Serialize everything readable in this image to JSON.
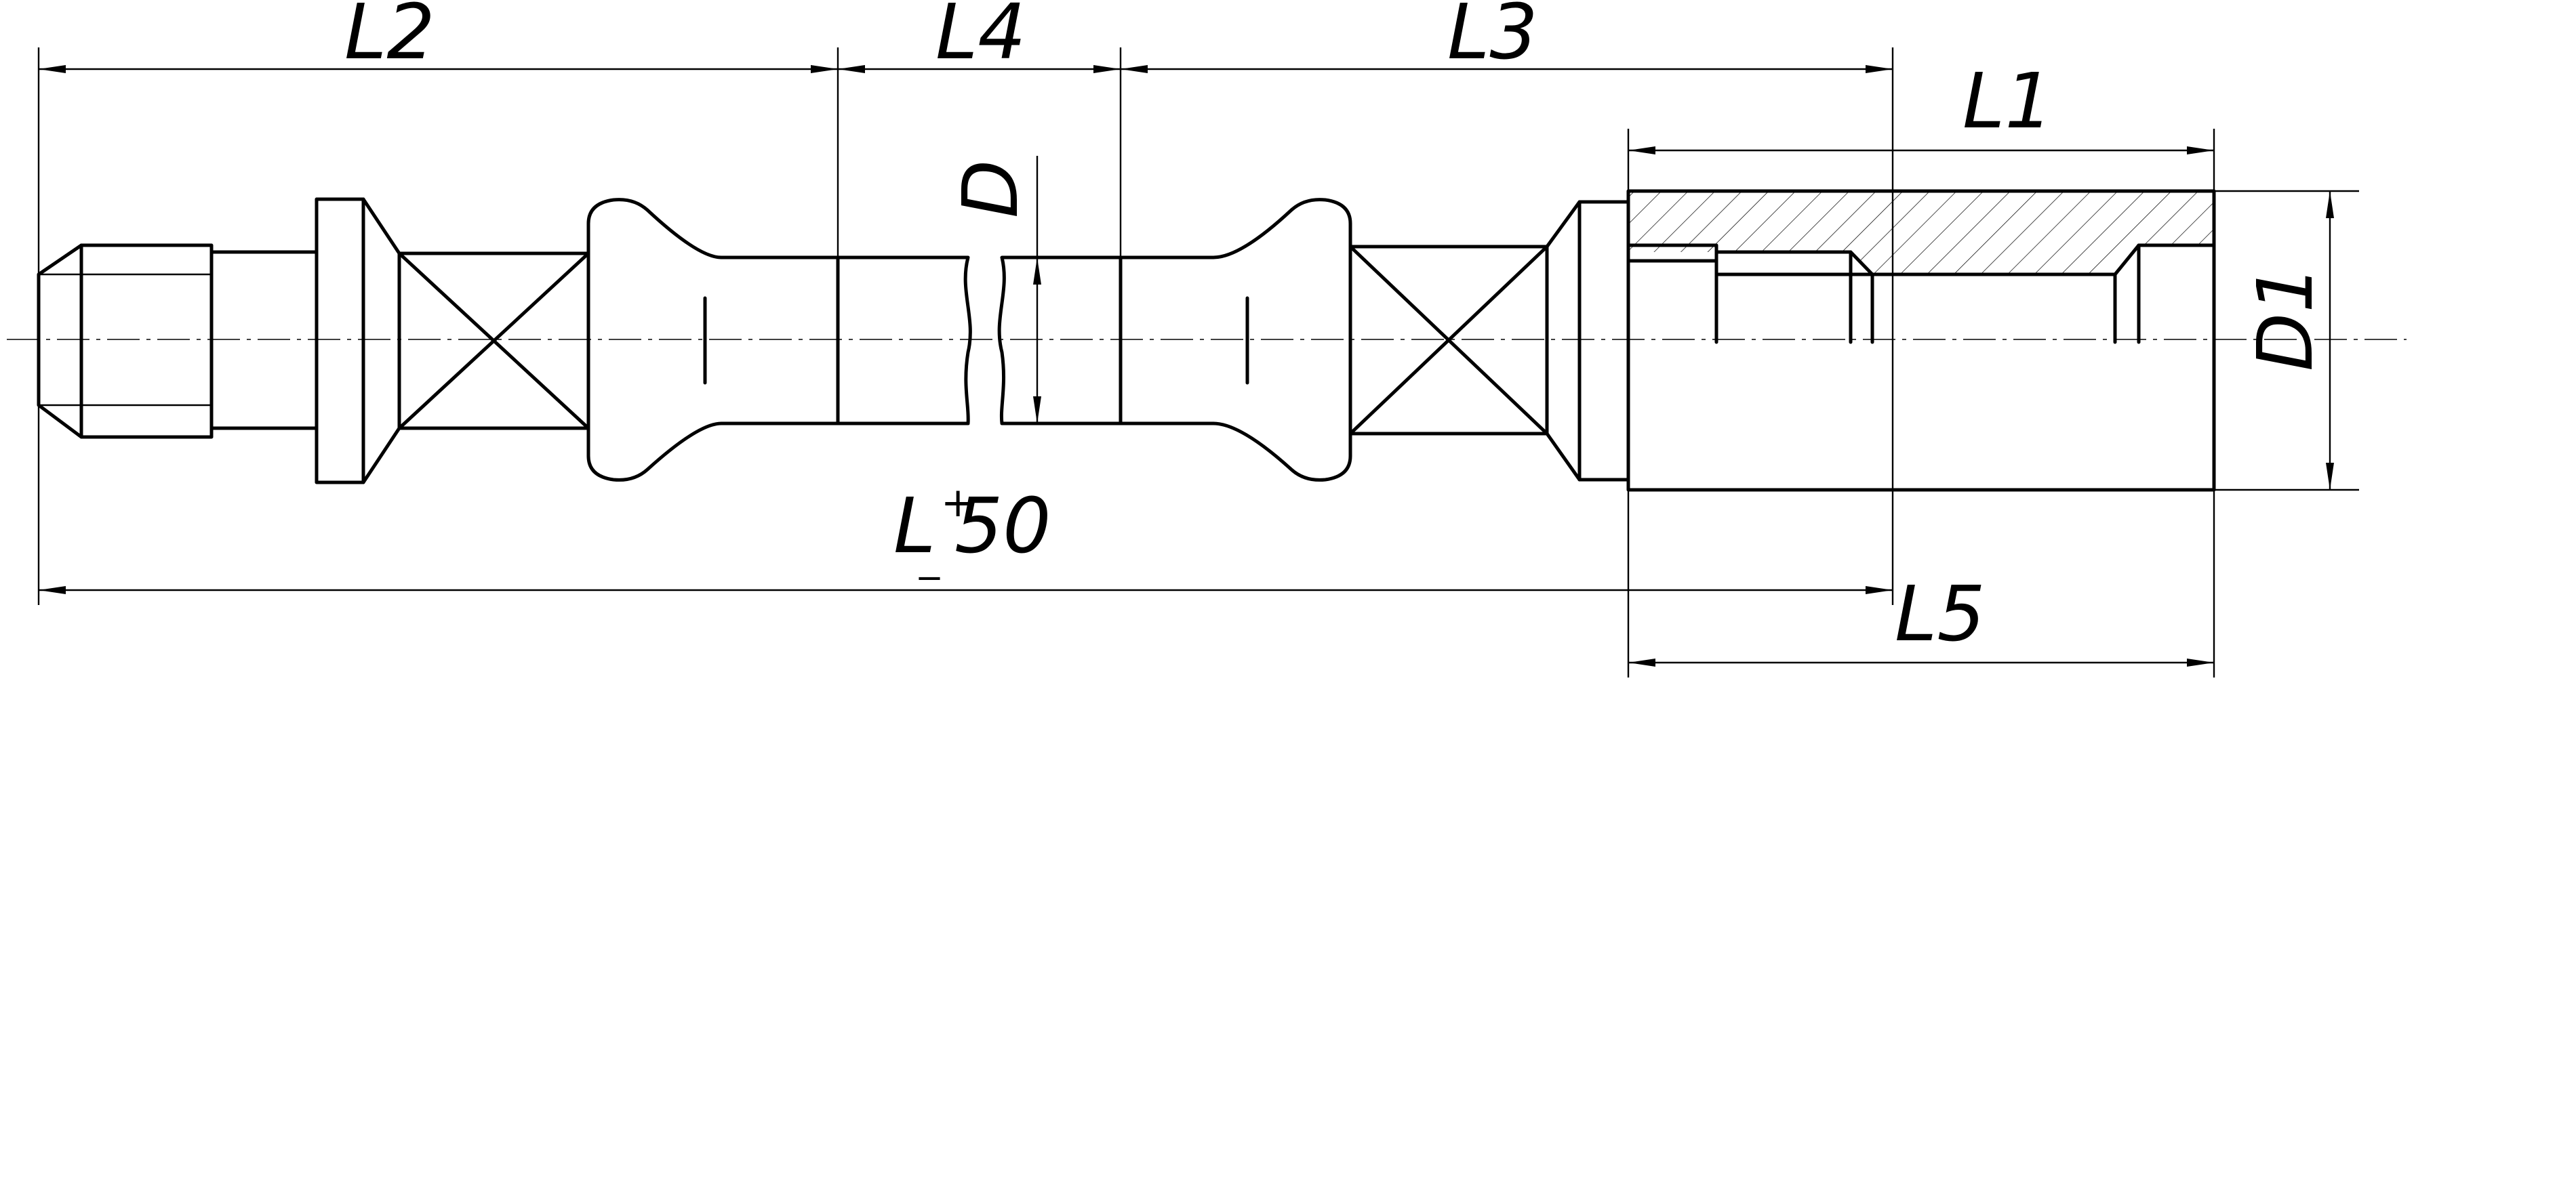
{
  "diagram": {
    "labels": {
      "L2": "L2",
      "L4": "L4",
      "L3": "L3",
      "L1": "L1",
      "D": "D",
      "D1": "D1",
      "L": "L",
      "tol_upper": "+",
      "tol_value": "50",
      "tol_lower": "_",
      "L5": "L5"
    },
    "colors": {
      "line": "#000000",
      "background": "#ffffff"
    }
  }
}
